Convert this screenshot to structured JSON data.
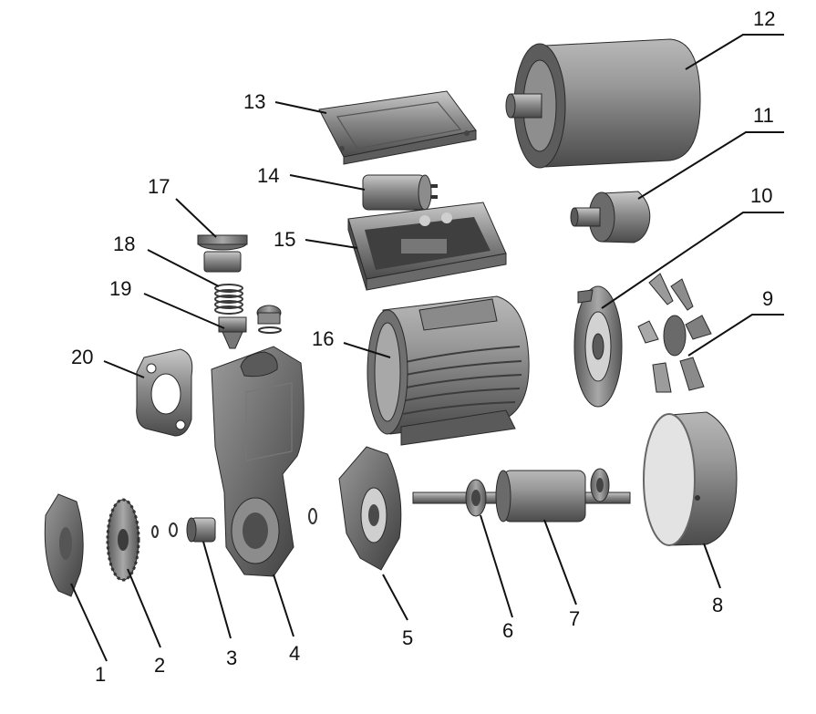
{
  "palette": {
    "metal_dark": "#4e4e4e",
    "metal_mid": "#7c7c7c",
    "metal_light": "#b2b2b2",
    "metal_highlight": "#d9d9d9",
    "label": "#111111"
  },
  "callouts": [
    {
      "number": "1",
      "part": "pump-cover-front"
    },
    {
      "number": "2",
      "part": "impeller"
    },
    {
      "number": "3",
      "part": "mechanical-seal"
    },
    {
      "number": "4",
      "part": "pump-body"
    },
    {
      "number": "5",
      "part": "motor-front-end-cover"
    },
    {
      "number": "6",
      "part": "bearing"
    },
    {
      "number": "7",
      "part": "rotor"
    },
    {
      "number": "8",
      "part": "fan-cover-ring"
    },
    {
      "number": "9",
      "part": "cooling-fan"
    },
    {
      "number": "10",
      "part": "rear-end-cover"
    },
    {
      "number": "11",
      "part": "pressure-switch-sensor"
    },
    {
      "number": "12",
      "part": "pressure-tank"
    },
    {
      "number": "13",
      "part": "terminal-box-lid"
    },
    {
      "number": "14",
      "part": "capacitor"
    },
    {
      "number": "15",
      "part": "terminal-box-base"
    },
    {
      "number": "16",
      "part": "motor-stator-housing"
    },
    {
      "number": "17",
      "part": "priming-plug"
    },
    {
      "number": "18",
      "part": "spring"
    },
    {
      "number": "19",
      "part": "check-valve"
    },
    {
      "number": "20",
      "part": "flange-gasket"
    }
  ]
}
